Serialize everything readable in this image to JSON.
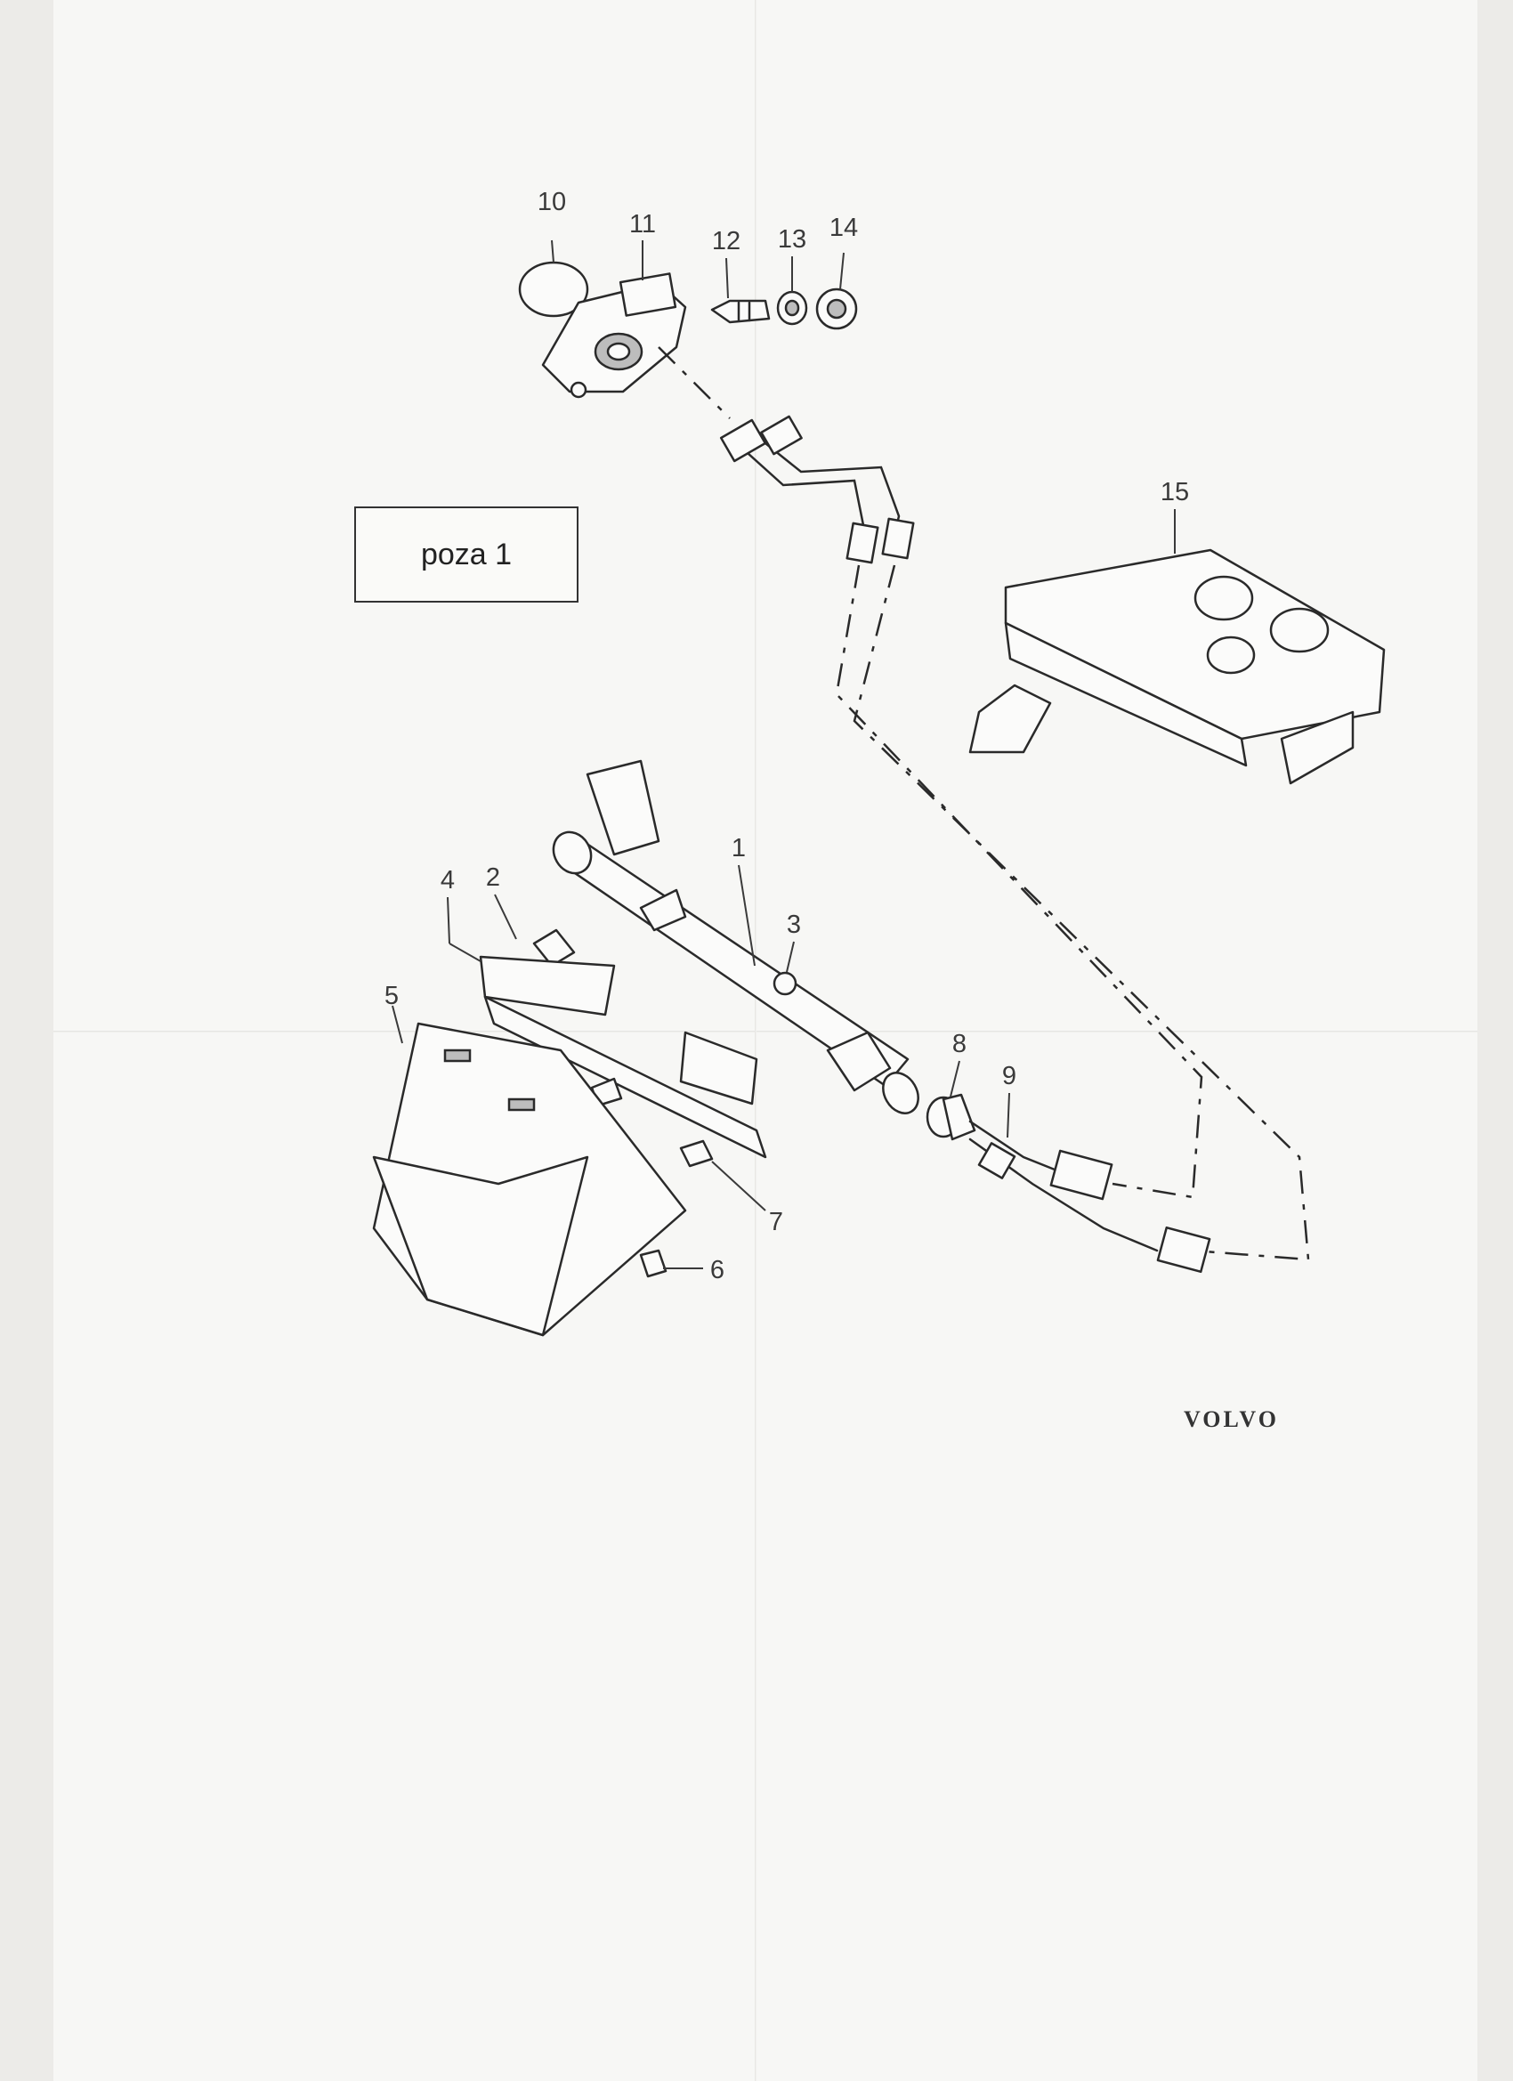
{
  "document": {
    "pose_label": "poza 1",
    "brand": "VOLVO"
  },
  "callouts": [
    "1",
    "2",
    "3",
    "4",
    "5",
    "6",
    "7",
    "8",
    "9",
    "10",
    "11",
    "12",
    "13",
    "14",
    "15"
  ],
  "colors": {
    "ink": "#2a2a2a",
    "paper": "#f7f7f5"
  }
}
